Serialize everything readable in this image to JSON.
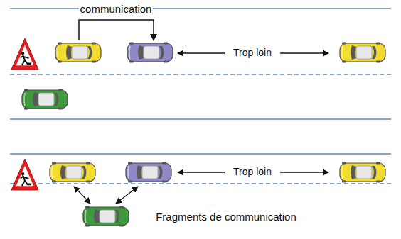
{
  "diagram": {
    "labels": [
      "communication",
      "Trop loin",
      "Trop loin",
      "Fragments de communication"
    ]
  }
}
